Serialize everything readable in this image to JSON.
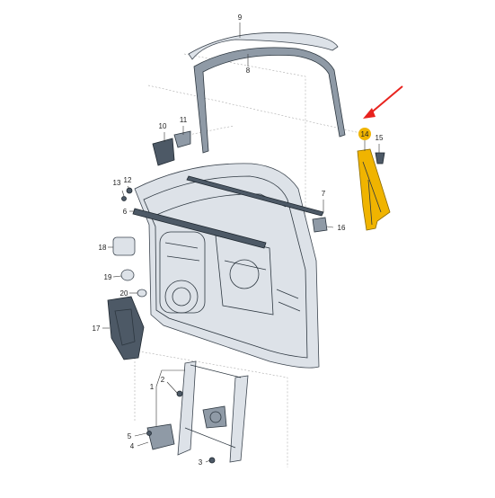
{
  "callouts": [
    {
      "id": "c1",
      "text": "1"
    },
    {
      "id": "c2",
      "text": "2"
    },
    {
      "id": "c3",
      "text": "3"
    },
    {
      "id": "c4",
      "text": "4"
    },
    {
      "id": "c5",
      "text": "5"
    },
    {
      "id": "c6",
      "text": "6"
    },
    {
      "id": "c7",
      "text": "7"
    },
    {
      "id": "c8",
      "text": "8"
    },
    {
      "id": "c9",
      "text": "9"
    },
    {
      "id": "c10",
      "text": "10"
    },
    {
      "id": "c11",
      "text": "11"
    },
    {
      "id": "c12",
      "text": "12"
    },
    {
      "id": "c13",
      "text": "13"
    },
    {
      "id": "c14",
      "text": "14"
    },
    {
      "id": "c15",
      "text": "15"
    },
    {
      "id": "c16",
      "text": "16"
    },
    {
      "id": "c17",
      "text": "17"
    },
    {
      "id": "c18",
      "text": "18"
    },
    {
      "id": "c19",
      "text": "19"
    },
    {
      "id": "c20",
      "text": "20"
    }
  ],
  "highlight": {
    "part": "14",
    "color": "#f0b400",
    "arrow_color": "#e8231e"
  },
  "colors": {
    "part_dark": "#4d5966",
    "part_light": "#dde2e8",
    "line": "#2d3740"
  }
}
